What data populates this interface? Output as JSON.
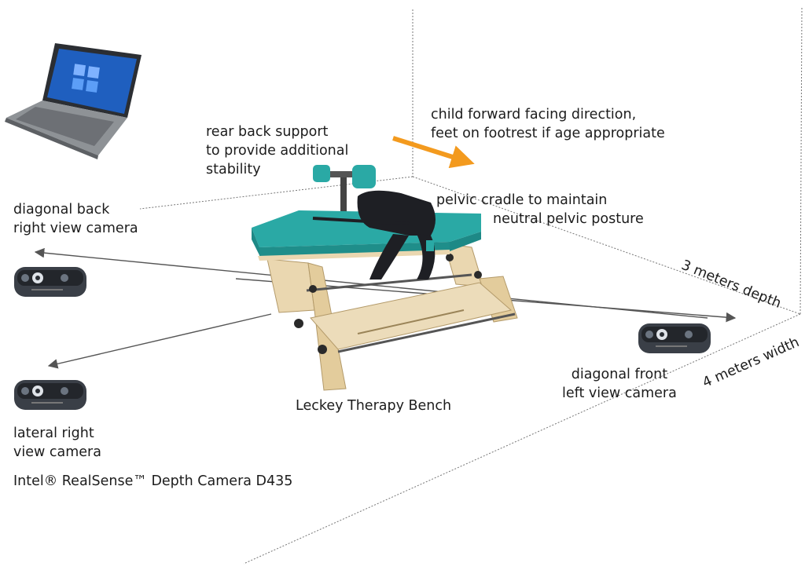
{
  "labels": {
    "rear_support": [
      "rear back support",
      "to provide additional",
      "stability"
    ],
    "forward": [
      "child forward facing direction,",
      "feet on footrest if age appropriate"
    ],
    "diag_back": [
      "diagonal back",
      "right view camera"
    ],
    "pelvic": [
      "pelvic cradle to maintain",
      "neutral pelvic posture"
    ],
    "depth": "3 meters depth",
    "width": "4 meters width",
    "diag_front": [
      "diagonal front",
      "left view camera"
    ],
    "bench": "Leckey Therapy Bench",
    "lateral": [
      "lateral right",
      "view camera"
    ],
    "camera_model": "Intel® RealSense™ Depth Camera D435"
  },
  "colors": {
    "arrow_forward": "#f39a1e",
    "bench_seat": "#2aa9a5",
    "bench_wood": "#ead7b0",
    "camera_body": "#3a3f47",
    "laptop_body": "#8e9296",
    "screen_blue": "#1f5fbf"
  },
  "icons": [
    "laptop-icon",
    "camera-icon",
    "therapy-bench-icon"
  ]
}
